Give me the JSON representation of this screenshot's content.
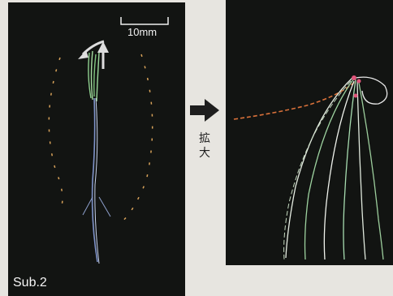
{
  "left_panel": {
    "scale_bar_label": "10mm",
    "subject_label": "Sub.2"
  },
  "middle": {
    "enlarge_text": "拡大"
  },
  "colors": {
    "panel_bg": "#121412",
    "trajectory_blue": "#7f93c8",
    "trajectory_green": "#8fd08f",
    "trajectory_orange": "#d9a35a",
    "marker_pink": "#e0547a",
    "arrow": "#1e1e1e"
  }
}
